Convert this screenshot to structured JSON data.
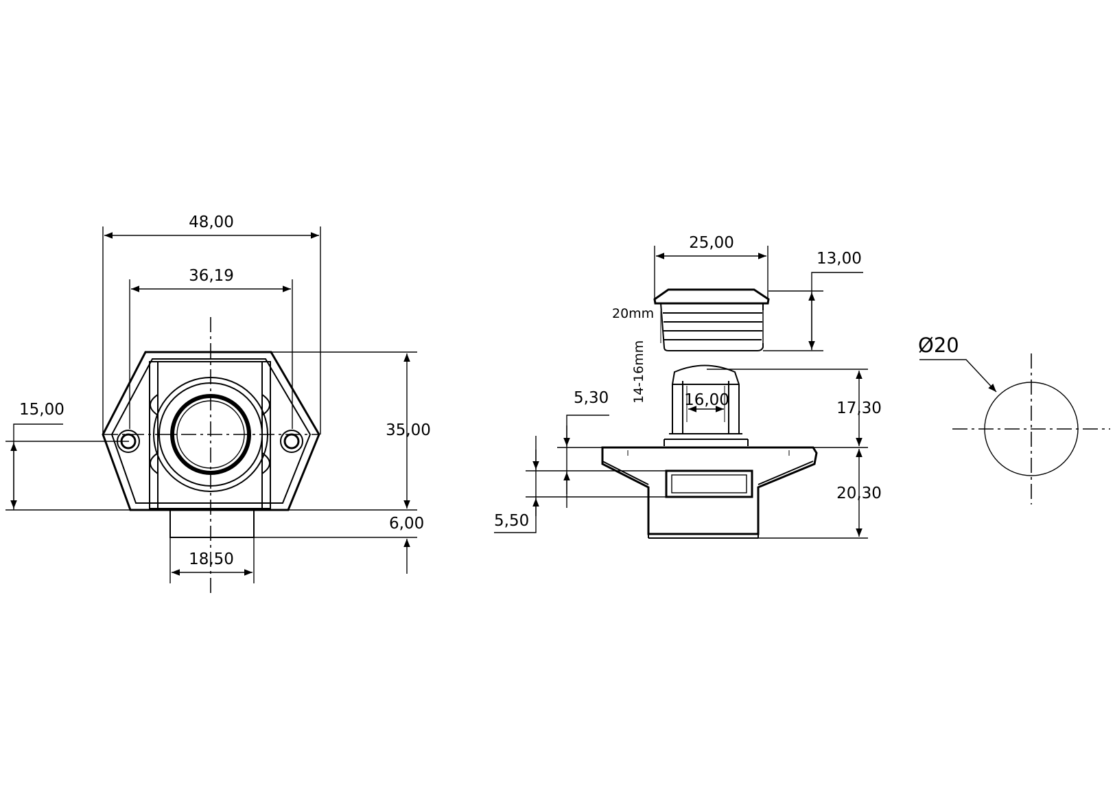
{
  "dimensions": {
    "front": {
      "overall_width": "48,00",
      "hole_spacing": "36,19",
      "height": "35,00",
      "hole_offset": "15,00",
      "stem_depth": "6,00",
      "stem_width": "18,50"
    },
    "side": {
      "cap_width": "25,00",
      "cap_height": "13,00",
      "cap_diameter_note": "20mm",
      "panel_thickness_note": "14-16mm",
      "button_width": "16,00",
      "button_height": "17,30",
      "flange_height": "5,30",
      "slot_height": "5,50",
      "body_height": "20,30"
    },
    "cutout": {
      "hole_diameter": "Ø20"
    }
  }
}
